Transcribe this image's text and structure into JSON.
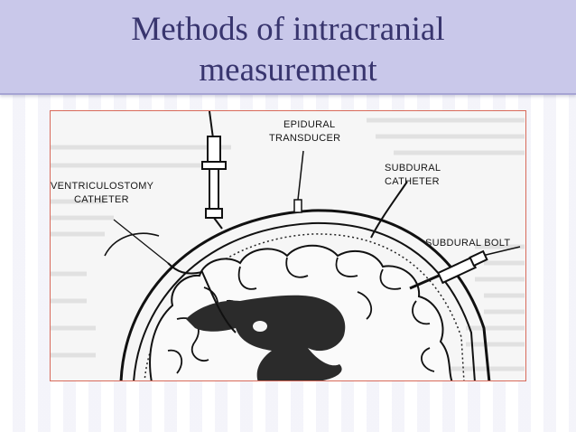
{
  "slide": {
    "title_line1": "Methods of intracranial",
    "title_line2": "measurement"
  },
  "figure": {
    "labels": {
      "epidural_l1": "EPIDURAL",
      "epidural_l2": "TRANSDUCER",
      "ventric_l1": "VENTRICULOSTOMY",
      "ventric_l2": "CATHETER",
      "subdural_l1": "SUBDURAL",
      "subdural_l2": "CATHETER",
      "bolt": "SUBDURAL BOLT"
    }
  },
  "colors": {
    "title_band": "#c9c8ea",
    "title_text": "#38356e",
    "frame_border": "#d86a5a"
  }
}
